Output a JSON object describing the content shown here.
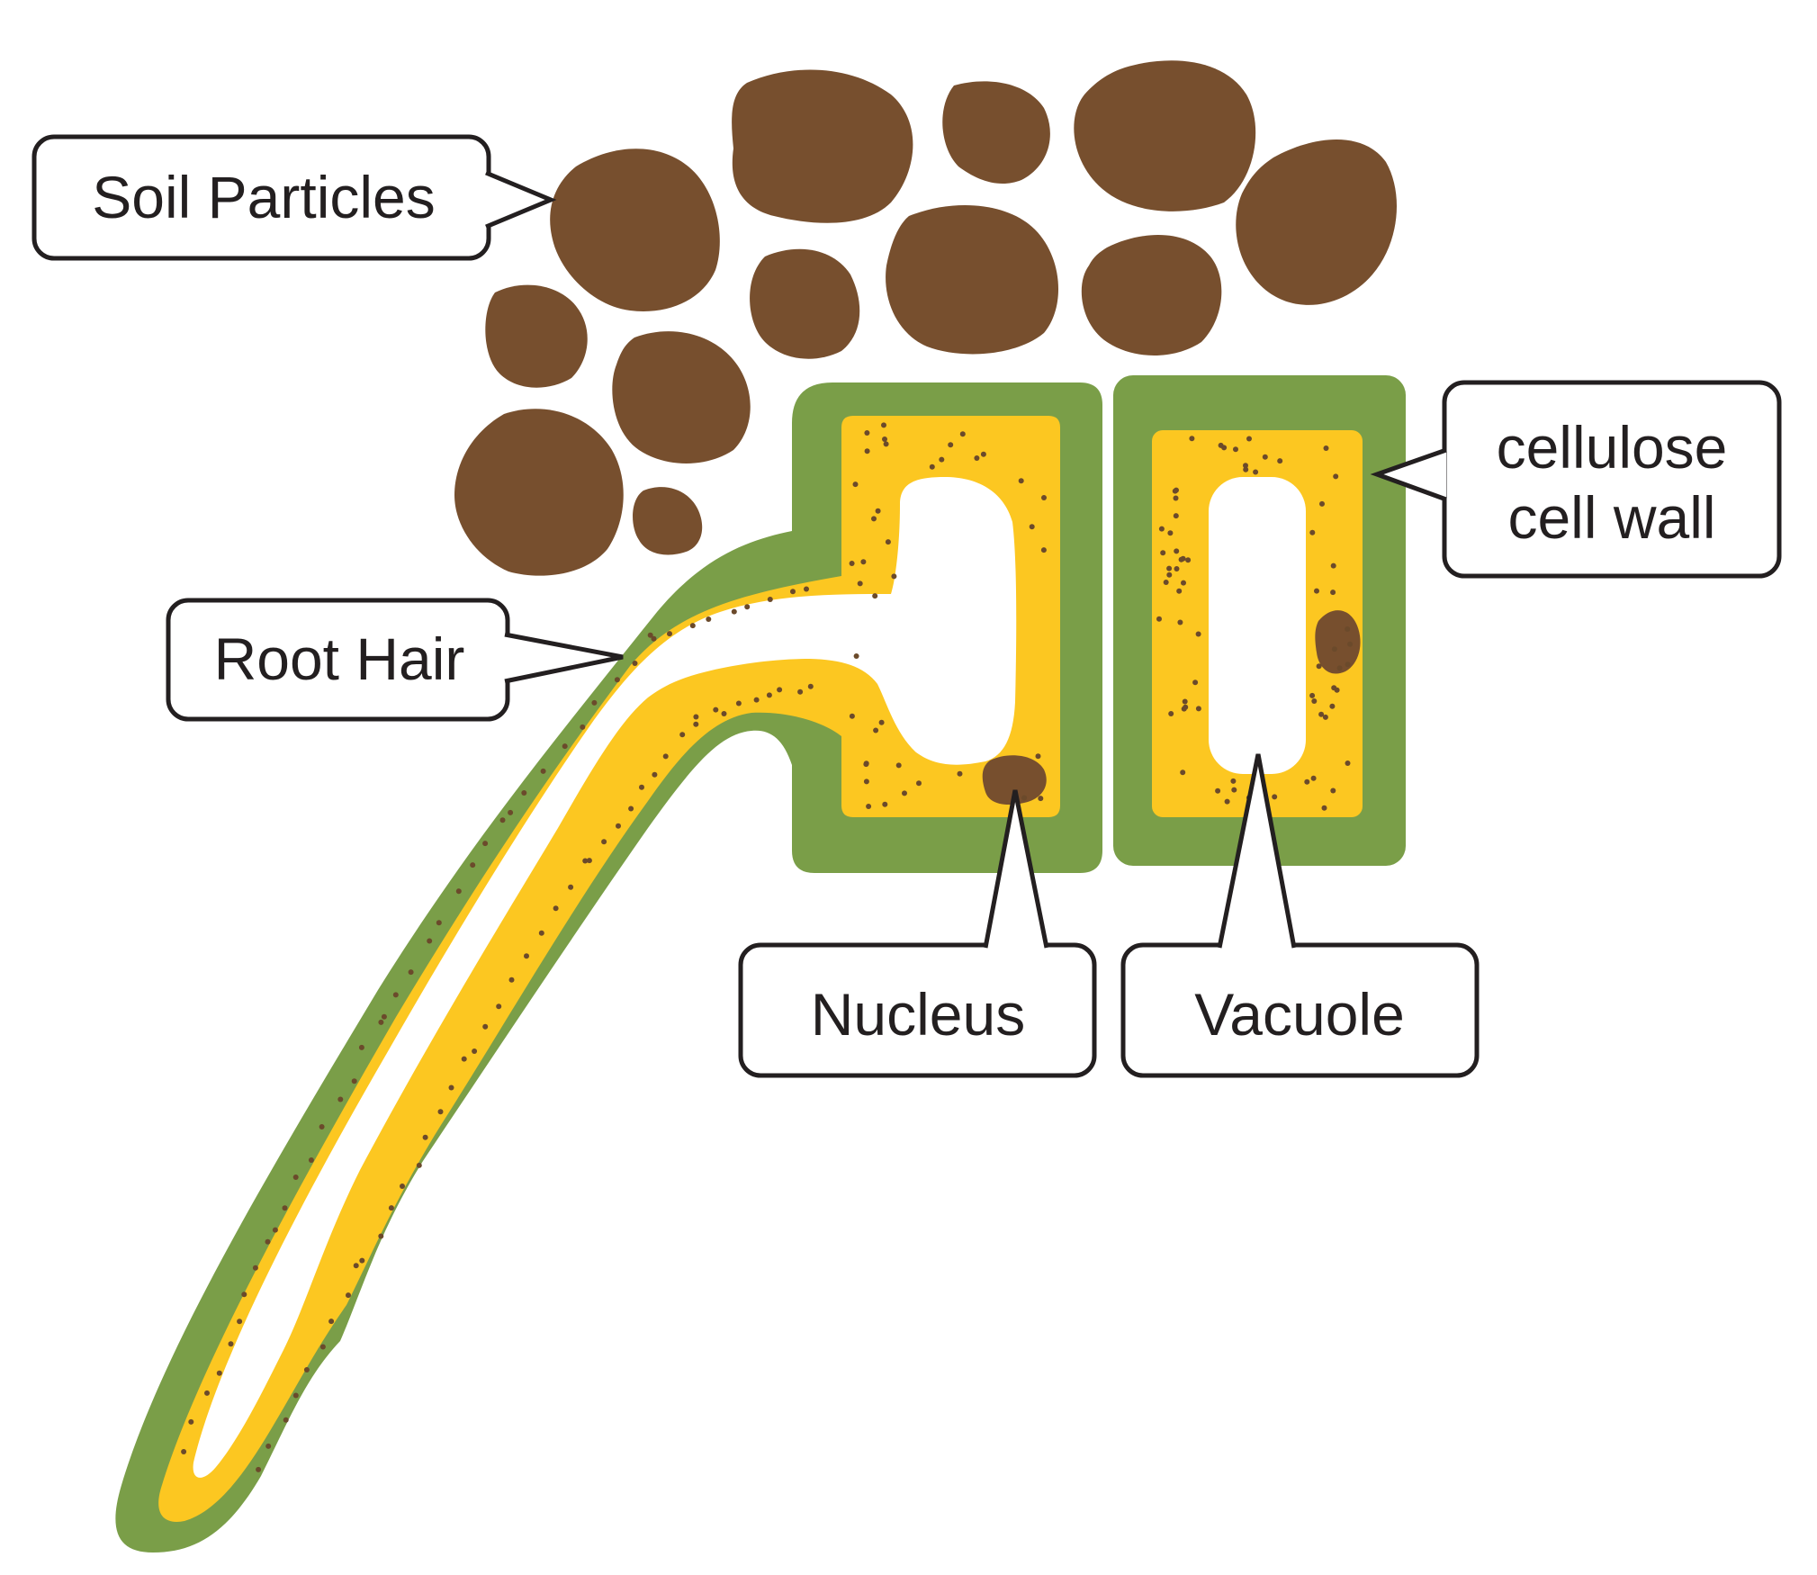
{
  "labels": {
    "soil_particles": "Soil Particles",
    "root_hair": "Root Hair",
    "cell_wall_line1": "cellulose",
    "cell_wall_line2": "cell wall",
    "nucleus": "Nucleus",
    "vacuole": "Vacuole"
  },
  "colors": {
    "cell_wall": "#7a9e48",
    "cytoplasm": "#fcc721",
    "soil": "#774f2e",
    "nucleus": "#774f2e",
    "vacuole": "#ffffff",
    "dots": "#6b4a2b",
    "outline": "#231f20"
  }
}
